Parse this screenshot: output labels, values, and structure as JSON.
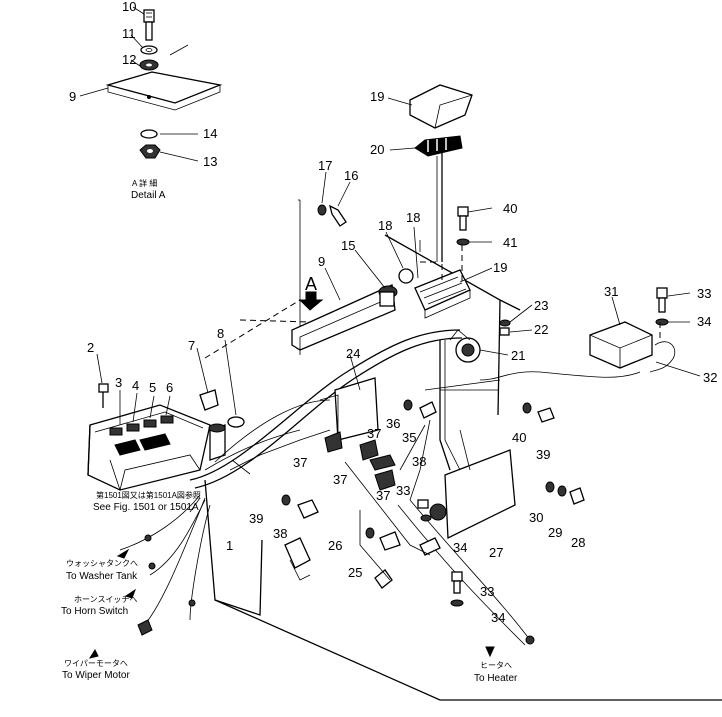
{
  "part_numbers": [
    {
      "id": "p10",
      "label": "10"
    },
    {
      "id": "p11",
      "label": "11"
    },
    {
      "id": "p12",
      "label": "12"
    },
    {
      "id": "p9a",
      "label": "9"
    },
    {
      "id": "p14",
      "label": "14"
    },
    {
      "id": "p13",
      "label": "13"
    },
    {
      "id": "p19a",
      "label": "19"
    },
    {
      "id": "p20",
      "label": "20"
    },
    {
      "id": "p17",
      "label": "17"
    },
    {
      "id": "p16",
      "label": "16"
    },
    {
      "id": "p40a",
      "label": "40"
    },
    {
      "id": "p41",
      "label": "41"
    },
    {
      "id": "p18a",
      "label": "18"
    },
    {
      "id": "p18b",
      "label": "18"
    },
    {
      "id": "p15",
      "label": "15"
    },
    {
      "id": "p9b",
      "label": "9"
    },
    {
      "id": "p19b",
      "label": "19"
    },
    {
      "id": "p31",
      "label": "31"
    },
    {
      "id": "p33a",
      "label": "33"
    },
    {
      "id": "p34a",
      "label": "34"
    },
    {
      "id": "p23",
      "label": "23"
    },
    {
      "id": "p22",
      "label": "22"
    },
    {
      "id": "p21",
      "label": "21"
    },
    {
      "id": "p32",
      "label": "32"
    },
    {
      "id": "p8",
      "label": "8"
    },
    {
      "id": "p24",
      "label": "24"
    },
    {
      "id": "p2",
      "label": "2"
    },
    {
      "id": "p7",
      "label": "7"
    },
    {
      "id": "p3",
      "label": "3"
    },
    {
      "id": "p4",
      "label": "4"
    },
    {
      "id": "p5",
      "label": "5"
    },
    {
      "id": "p6",
      "label": "6"
    },
    {
      "id": "p36",
      "label": "36"
    },
    {
      "id": "p35",
      "label": "35"
    },
    {
      "id": "p37a",
      "label": "37"
    },
    {
      "id": "p40b",
      "label": "40"
    },
    {
      "id": "p39a",
      "label": "39"
    },
    {
      "id": "p37b",
      "label": "37"
    },
    {
      "id": "p37c",
      "label": "37"
    },
    {
      "id": "p38a",
      "label": "38"
    },
    {
      "id": "p33b",
      "label": "33"
    },
    {
      "id": "p37d",
      "label": "37"
    },
    {
      "id": "p30",
      "label": "30"
    },
    {
      "id": "p29",
      "label": "29"
    },
    {
      "id": "p28",
      "label": "28"
    },
    {
      "id": "p39b",
      "label": "39"
    },
    {
      "id": "p38b",
      "label": "38"
    },
    {
      "id": "p1",
      "label": "1"
    },
    {
      "id": "p26",
      "label": "26"
    },
    {
      "id": "p34b",
      "label": "34"
    },
    {
      "id": "p27",
      "label": "27"
    },
    {
      "id": "p25",
      "label": "25"
    },
    {
      "id": "p33c",
      "label": "33"
    },
    {
      "id": "p34c",
      "label": "34"
    }
  ],
  "detail": {
    "jp": "A 詳 細",
    "en": "Detail A",
    "marker": "A"
  },
  "see_fig": {
    "jp": "第1501図又は第1501A図参照",
    "en": "See Fig. 1501 or 1501A"
  },
  "destinations": [
    {
      "id": "washer",
      "jp": "ウォッシャタンクへ",
      "en": "To Washer Tank"
    },
    {
      "id": "horn",
      "jp": "ホーンスイッチへ",
      "en": "To Horn Switch"
    },
    {
      "id": "wiper",
      "jp": "ワイパーモータへ",
      "en": "To Wiper Motor"
    },
    {
      "id": "heater",
      "jp": "ヒータへ",
      "en": "To Heater"
    }
  ]
}
